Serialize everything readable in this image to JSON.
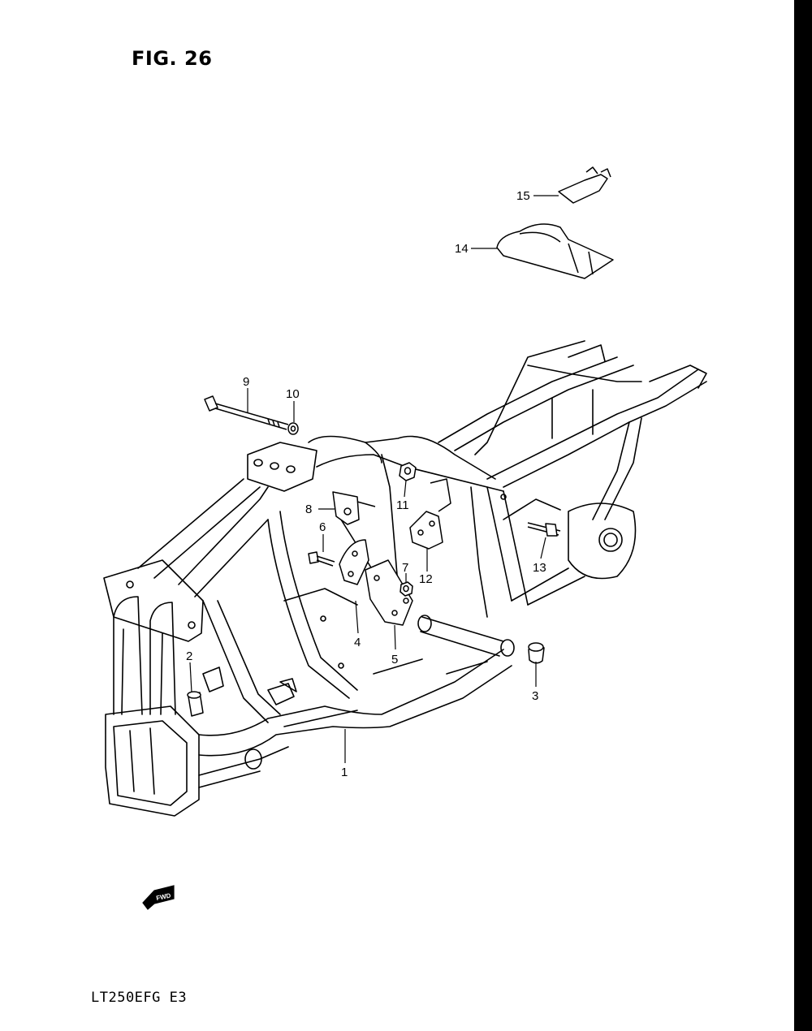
{
  "figure": {
    "title": "FIG. 26",
    "model_code": "LT250EFG  E3",
    "fwd_badge": "FWD"
  },
  "callouts": [
    {
      "id": "1",
      "label": "1"
    },
    {
      "id": "2",
      "label": "2"
    },
    {
      "id": "3",
      "label": "3"
    },
    {
      "id": "4",
      "label": "4"
    },
    {
      "id": "5",
      "label": "5"
    },
    {
      "id": "6",
      "label": "6"
    },
    {
      "id": "7",
      "label": "7"
    },
    {
      "id": "8",
      "label": "8"
    },
    {
      "id": "9",
      "label": "9"
    },
    {
      "id": "10",
      "label": "10"
    },
    {
      "id": "11",
      "label": "11"
    },
    {
      "id": "12",
      "label": "12"
    },
    {
      "id": "13",
      "label": "13"
    },
    {
      "id": "14",
      "label": "14"
    },
    {
      "id": "15",
      "label": "15"
    }
  ]
}
